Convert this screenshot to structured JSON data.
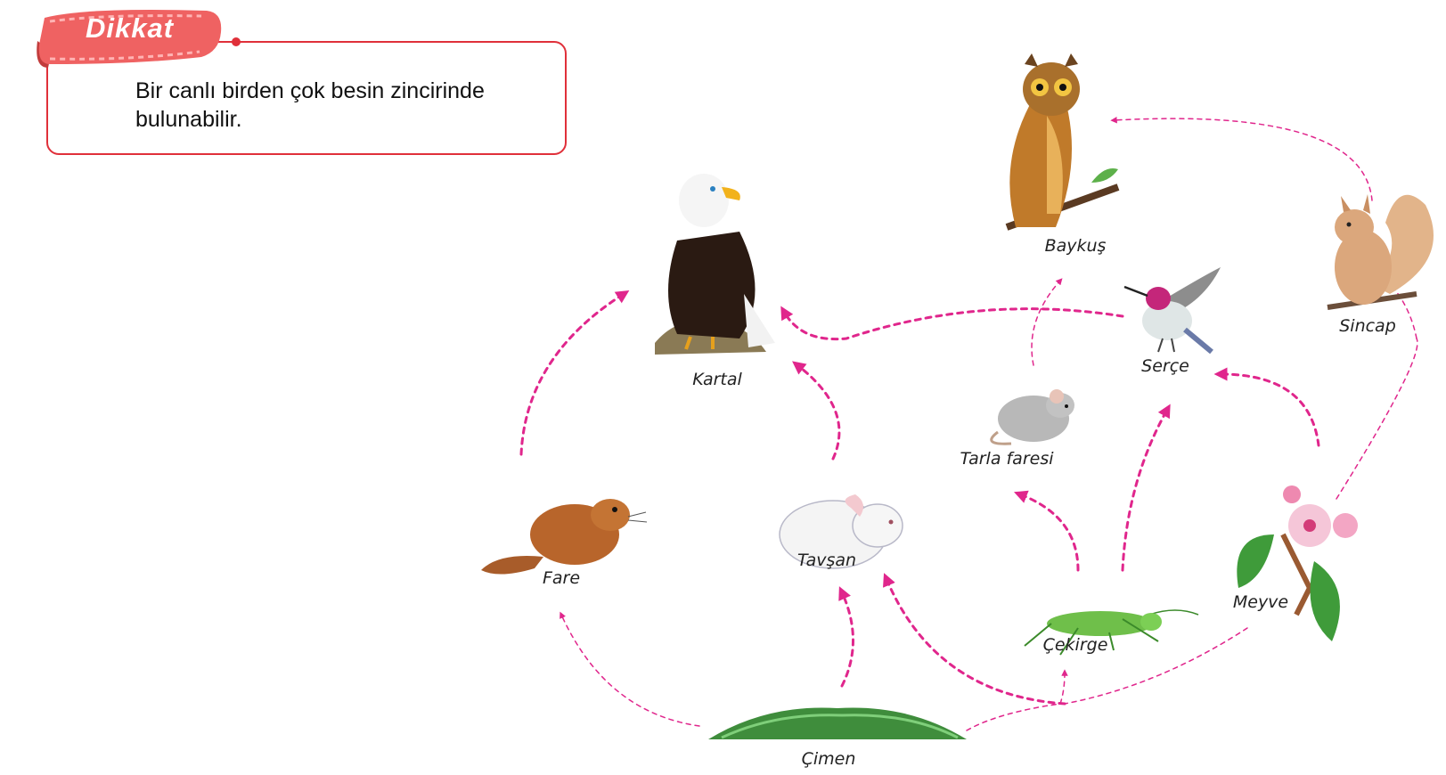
{
  "callout": {
    "badge": "Dikkat",
    "text": "Bir canlı birden çok besin zincirinde bulunabilir."
  },
  "organisms": {
    "kartal": "Kartal",
    "baykus": "Baykuş",
    "sincap": "Sincap",
    "serce": "Serçe",
    "tarla_faresi": "Tarla faresi",
    "fare": "Fare",
    "tavsan": "Tavşan",
    "cekirge": "Çekirge",
    "meyve": "Meyve",
    "cimen": "Çimen"
  },
  "colors": {
    "arrow": "#e0268c",
    "callout_border": "#e0303a",
    "badge": "#ef5a5a"
  }
}
